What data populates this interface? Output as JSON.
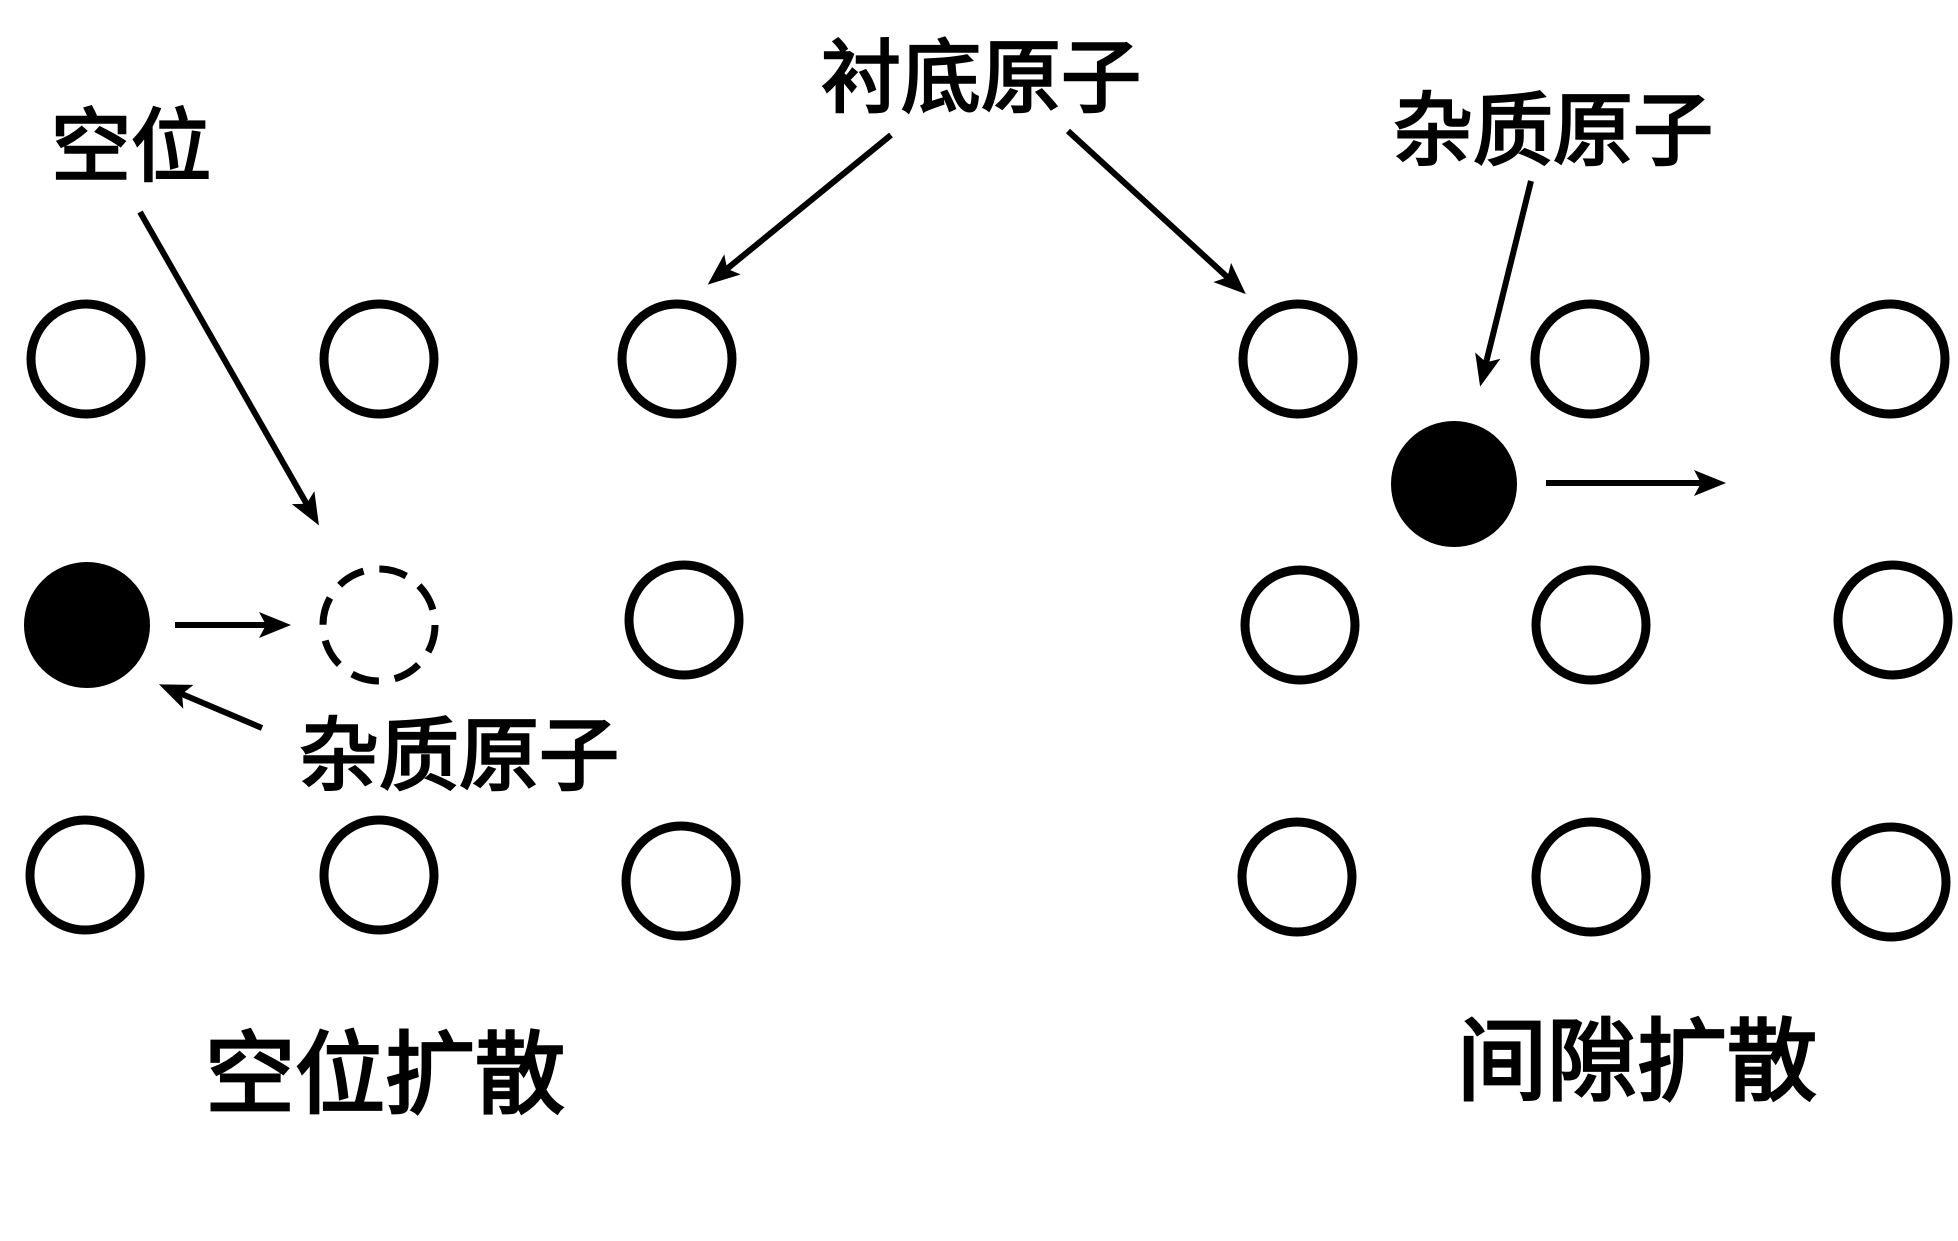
{
  "labels": {
    "vacancy": "空位",
    "substrate_atom": "衬底原子",
    "impurity_atom_vacancy_panel": "杂质原子",
    "impurity_atom_interstitial_panel": "杂质原子"
  },
  "captions": {
    "vacancy_diffusion": "空位扩散",
    "interstitial_diffusion": "间隙扩散"
  },
  "colors": {
    "ink": "#000000",
    "background": "#ffffff"
  }
}
